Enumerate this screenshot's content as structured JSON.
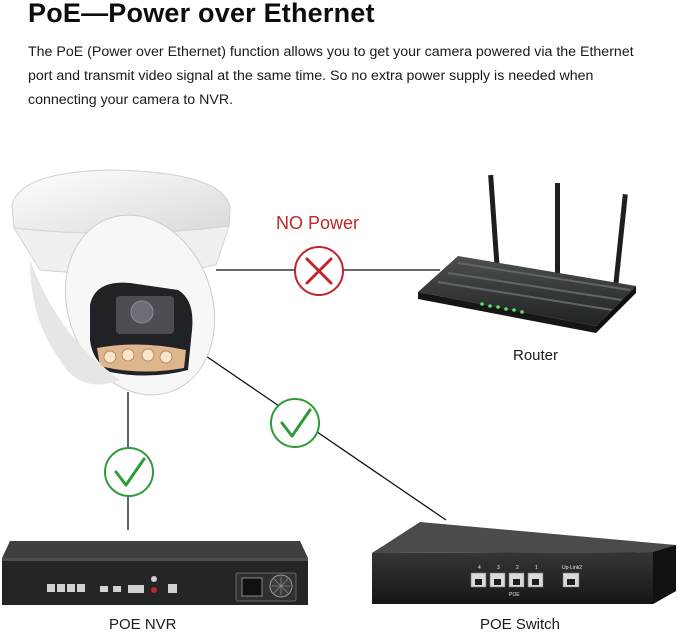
{
  "header": {
    "title": "PoE—Power over Ethernet",
    "description": "The PoE (Power over Ethernet) function allows you to get your camera powered via the Ethernet port and transmit video signal at the same time. So no extra power supply is needed when connecting your camera to NVR."
  },
  "diagram": {
    "no_power_label": "NO Power",
    "router_label": "Router",
    "nvr_label": "POE NVR",
    "switch_label": "POE Switch",
    "switch_port_labels": [
      "4",
      "3",
      "2",
      "1",
      "Up-Link2"
    ],
    "switch_brand": "POE",
    "colors": {
      "cross": "#c0262a",
      "check": "#2e9a3a",
      "line": "#111111"
    },
    "icons": [
      "camera-icon",
      "router-icon",
      "nvr-icon",
      "switch-icon",
      "cross-icon",
      "check-icon"
    ]
  }
}
